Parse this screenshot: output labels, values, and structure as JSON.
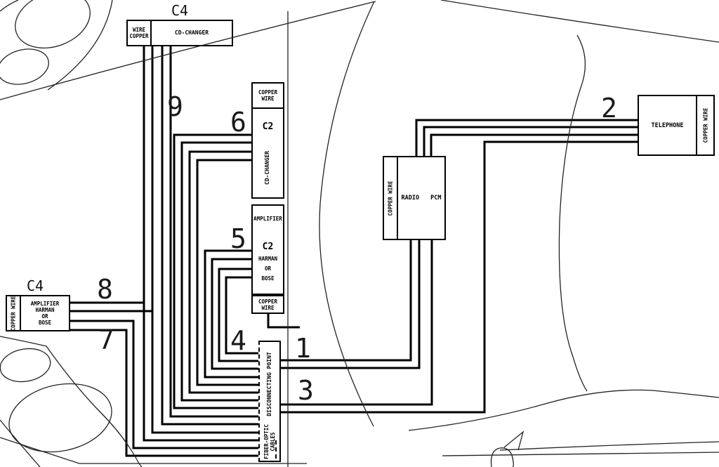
{
  "boxes": {
    "top_cd_changer": {
      "connector_label": "C4",
      "wire_cell_lines": [
        "WIRE",
        "COPPER"
      ],
      "device_label": "CD-CHANGER"
    },
    "cd_changer_c2": {
      "wire_cell_lines": [
        "COPPER",
        "WIRE"
      ],
      "connector_label": "C2",
      "device_label": "CD-CHANGER"
    },
    "amplifier_c2": {
      "device_label": "AMPLIFIER",
      "connector_label": "C2",
      "variant_lines": [
        "HARMAN",
        "OR",
        "BOSE"
      ],
      "wire_cell_lines": [
        "COPPER",
        "WIRE"
      ]
    },
    "left_amplifier": {
      "connector_label": "C4",
      "wire_cell_vertical": "COPPER WIRE",
      "device_lines": [
        "AMPLIFIER",
        "HARMAN",
        "OR",
        "BOSE"
      ]
    },
    "telephone": {
      "device_label": "TELEPHONE",
      "wire_cell_vertical": "COPPER WIRE"
    },
    "radio_pcm": {
      "device_label_left": "RADIO",
      "device_label_right": "PCM",
      "wire_cell_vertical": "COPPER WIRE"
    },
    "disconnecting_point": {
      "label": "DISCONNECTING POINT",
      "cable_lines": [
        "FIBER-OPTIC",
        "CABLES"
      ]
    }
  },
  "callouts": {
    "n1": "1",
    "n2": "2",
    "n3": "3",
    "n4": "4",
    "n5": "5",
    "n6": "6",
    "n7": "7",
    "n8": "8",
    "n9": "9"
  }
}
